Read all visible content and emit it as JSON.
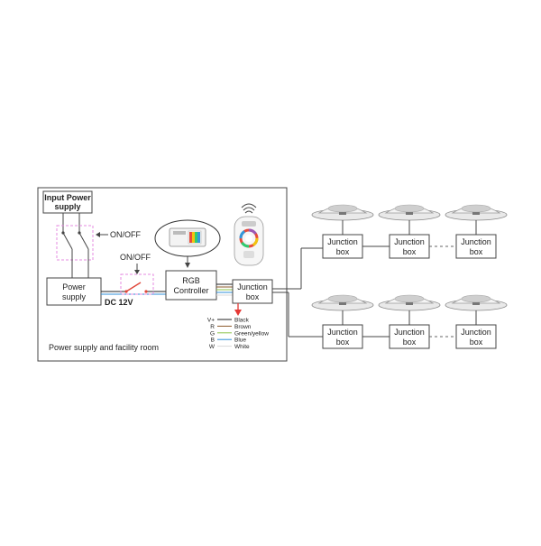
{
  "colors": {
    "black": "#222222",
    "brown": "#8b5a2b",
    "green_yellow": "#8bc34a",
    "blue": "#2f8fd8",
    "white": "#d9d9d9",
    "switch_red": "#e0473a",
    "arrow_red": "#e53935",
    "frame_pink": "#e58be0"
  },
  "diagram": {
    "input_power_supply": [
      "Input Power",
      "supply"
    ],
    "on_off_1": "ON/OFF",
    "on_off_2": "ON/OFF",
    "power_supply": [
      "Power",
      "supply"
    ],
    "dc_label": "DC 12V",
    "rgb_controller": [
      "RGB",
      "Controller"
    ],
    "junction_main": [
      "Junction",
      "box"
    ],
    "room_label": "Power supply and facility room",
    "legend": [
      {
        "code": "V+",
        "name": "Black",
        "color": "#222222"
      },
      {
        "code": "R",
        "name": "Brown",
        "color": "#8b5a2b"
      },
      {
        "code": "G",
        "name": "Green/yellow",
        "color": "#8bc34a"
      },
      {
        "code": "B",
        "name": "Blue",
        "color": "#2f8fd8"
      },
      {
        "code": "W",
        "name": "White",
        "color": "#d9d9d9"
      }
    ],
    "junction_boxes": [
      [
        "Junction",
        "box"
      ],
      [
        "Junction",
        "box"
      ],
      [
        "Junction",
        "box"
      ],
      [
        "Junction",
        "box"
      ],
      [
        "Junction",
        "box"
      ],
      [
        "Junction",
        "box"
      ]
    ],
    "icons": [
      "wall-panel-controller-icon",
      "wireless-remote-icon",
      "wifi-signal-icon",
      "underwater-light-icon"
    ]
  }
}
